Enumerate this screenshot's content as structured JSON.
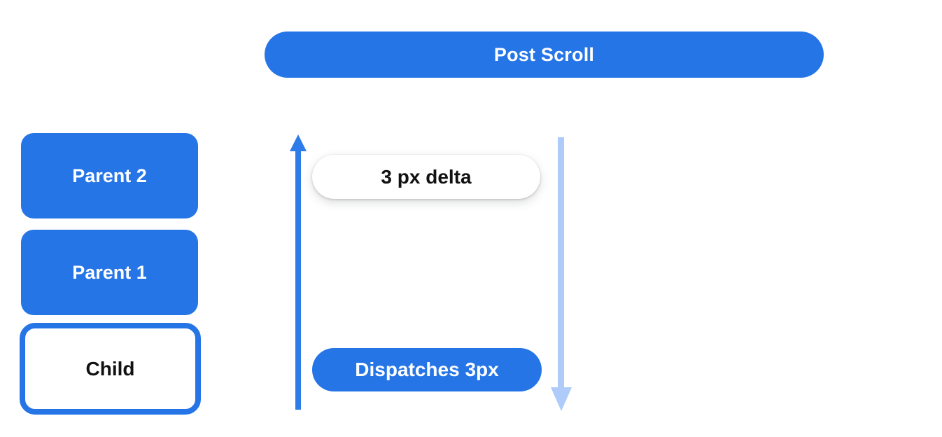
{
  "diagram": {
    "title_pill": "Post Scroll",
    "boxes": [
      {
        "label": "Parent 2"
      },
      {
        "label": "Parent 1"
      },
      {
        "label": "Child"
      }
    ],
    "delta_pill": "3 px delta",
    "dispatch_pill": "Dispatches 3px",
    "arrows": [
      {
        "name": "up-arrow",
        "direction": "up",
        "color": "#2e7bea"
      },
      {
        "name": "down-arrow",
        "direction": "down",
        "color": "#aecbfa"
      }
    ]
  },
  "colors": {
    "primary_blue": "#2575e7",
    "arrow_blue": "#2e7bea",
    "light_blue": "#aecbfa",
    "text_dark": "#111111",
    "canvas_bg": "#ffffff"
  }
}
